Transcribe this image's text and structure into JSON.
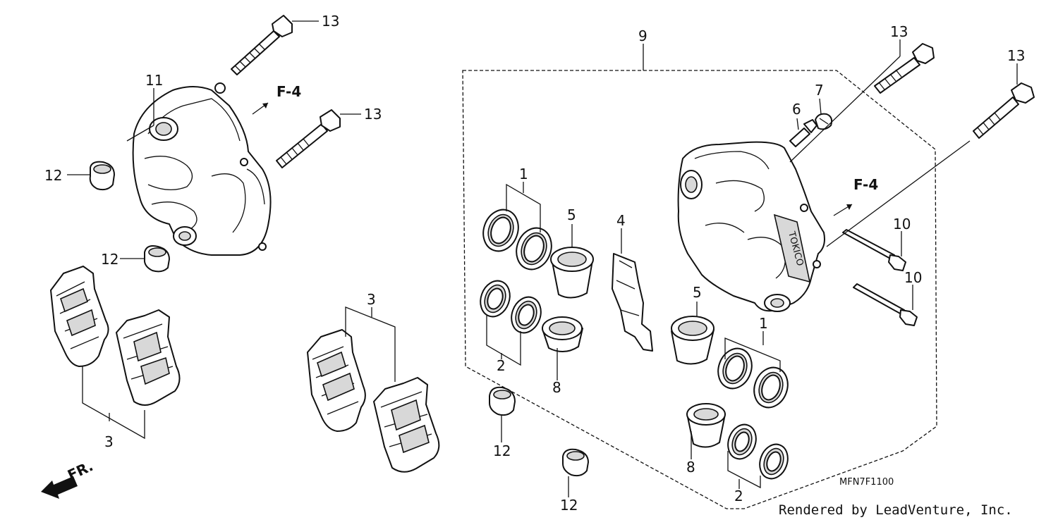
{
  "diagram": {
    "drawing_code": "MFN7F1100",
    "credit": "Rendered by LeadVenture, Inc.",
    "fr_mark": "FR.",
    "ref_label": "F-4",
    "callouts": {
      "seal_a": "1",
      "seal_b": "2",
      "pad_set": "3",
      "pad_spring": "4",
      "piston_a": "5",
      "bleeder": "6",
      "bleeder_cap": "7",
      "piston_b": "8",
      "caliper_assy": "9",
      "pad_pin": "10",
      "caliper_sub": "11",
      "grommet": "12",
      "bolt": "13"
    }
  }
}
